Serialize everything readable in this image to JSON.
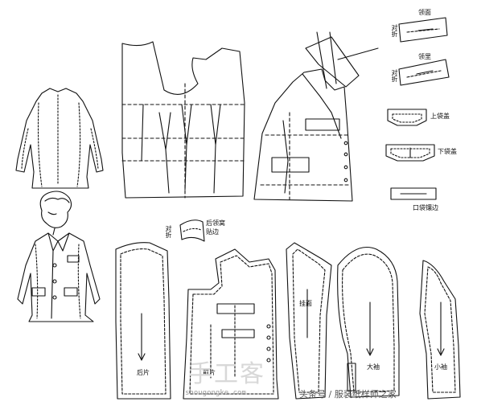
{
  "labels": {
    "collar_outer": "领面",
    "collar_inner": "领里",
    "fold_a": "对折",
    "fold_b": "对折",
    "fold_c": "对折",
    "pocket_flap_top": "上袋盖",
    "pocket_flap_bottom": "下袋盖",
    "pocket_welt": "口袋镶边",
    "back_neck_facing": "后领窝贴边",
    "back_piece": "后片",
    "front_piece": "前片",
    "facing": "挂面",
    "upper_sleeve": "大袖",
    "under_sleeve": "小袖"
  },
  "watermarks": {
    "logo": "手工客",
    "site": "shougongke.com",
    "tail": "头条号 / 服装纸样师之家"
  },
  "colors": {
    "line": "#111111",
    "bg": "#ffffff"
  }
}
